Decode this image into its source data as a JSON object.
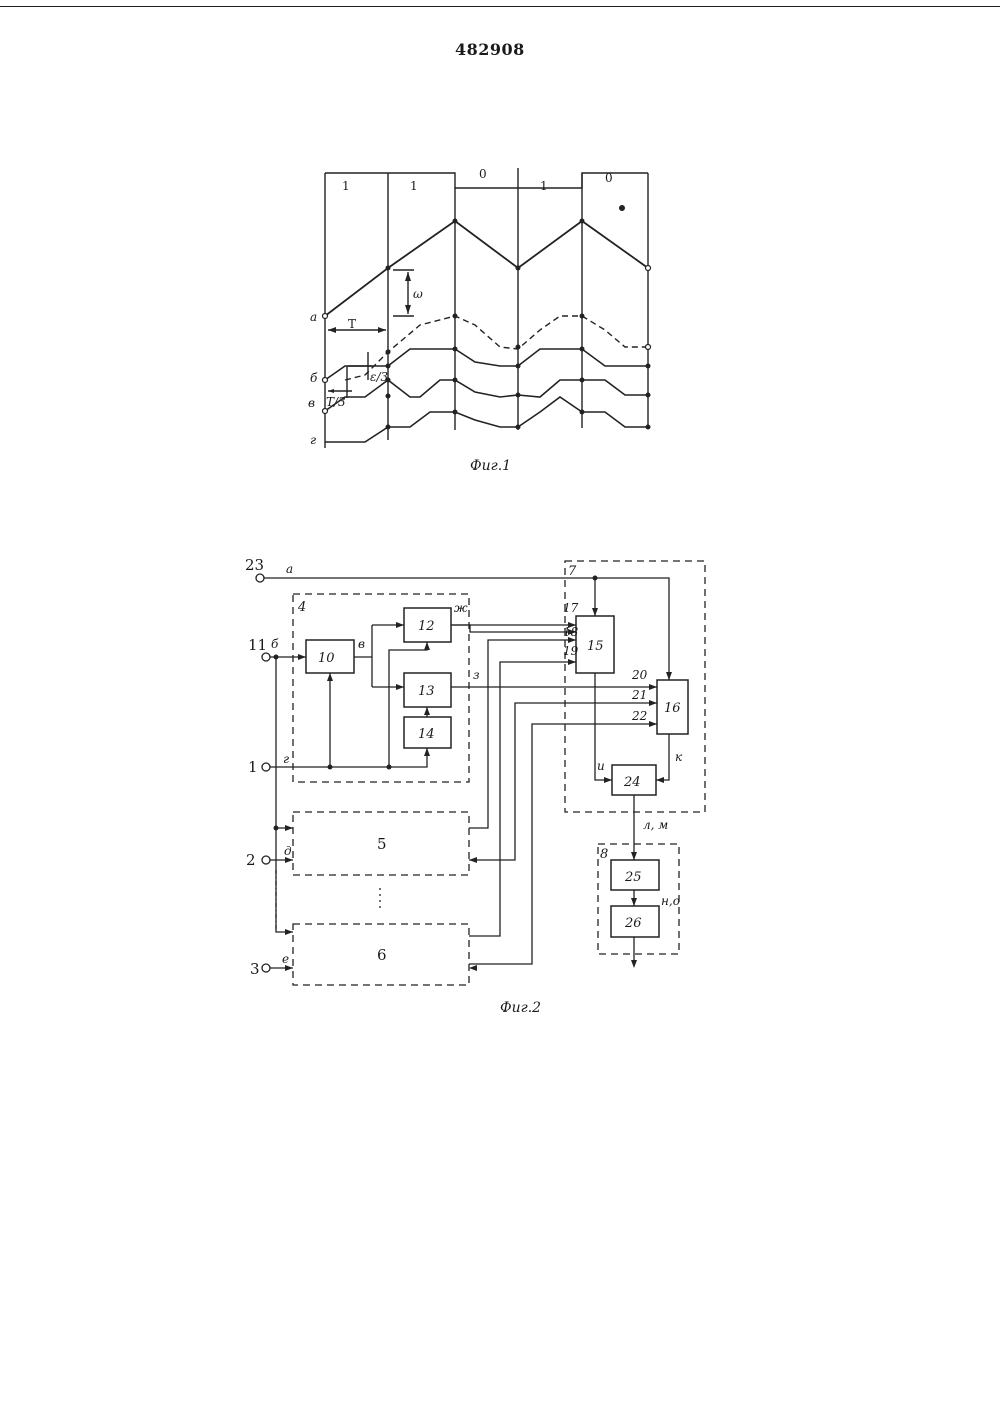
{
  "header": {
    "patent_number": "482908"
  },
  "fig1": {
    "caption": "Фиг.1",
    "bits": [
      "1",
      "1",
      "0",
      "1",
      "0"
    ],
    "signal_labels": {
      "a": "а",
      "b": "б",
      "v": "в",
      "g": "г"
    },
    "annotations": {
      "omega": "ω",
      "period": "T",
      "eps_third": "ε/3",
      "t_third": "T/3"
    }
  },
  "fig2": {
    "caption": "Фиг.2",
    "terminals": {
      "t23": "23",
      "t11": "11",
      "t1": "1",
      "t2": "2",
      "t3": "3"
    },
    "boxes": {
      "b10": "10",
      "b12": "12",
      "b13": "13",
      "b14": "14",
      "b15": "15",
      "b16": "16",
      "b24": "24",
      "b25": "25",
      "b26": "26",
      "b5": "5",
      "b6": "6"
    },
    "group_labels": {
      "g4": "4",
      "g7": "7",
      "g8": "8"
    },
    "inputs": {
      "i17": "17",
      "i18": "18",
      "i19": "19",
      "i20": "20",
      "i21": "21",
      "i22": "22"
    },
    "signals": {
      "a": "а",
      "b": "б",
      "v": "в",
      "g": "г",
      "d": "д",
      "e": "е",
      "zh": "ж",
      "z": "з",
      "i": "и",
      "k": "к",
      "lm": "л, м",
      "no": "н,о"
    }
  }
}
